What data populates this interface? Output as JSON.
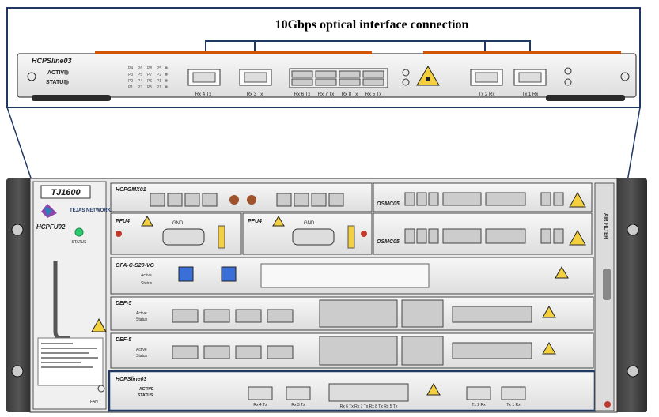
{
  "callout": {
    "title": "10Gbps optical interface connection"
  },
  "zoom_card": {
    "name": "HCPSline03",
    "led_active": "ACTIVE",
    "led_status": "STATUS",
    "port_pairs": [
      "Rx 4 Tx",
      "Rx 3 Tx",
      "Tx 2 Rx",
      "Tx 1 Rx"
    ],
    "sfp_labels": [
      "Rx 6 Tx",
      "Rx 7 Tx",
      "Rx 8 Tx",
      "Rx 5 Tx"
    ]
  },
  "chassis": {
    "model": "TJ1600",
    "brand": "TEJAS NETWORKS",
    "psu_card": "HCPFU02",
    "psu_status": "STATUS",
    "air_filter": "AIR FILTER",
    "fan_label": "FAN",
    "top_left_card": "HCPGMX01",
    "osmc_top": "OSMC05",
    "osmc_bottom": "OSMC05",
    "pfu_left": "PFU4",
    "pfu_right": "PFU4",
    "gnd_left": "GND",
    "gnd_right": "GND",
    "ofa_card": "OFA-C-S20-VG",
    "ofa_led_active": "Active",
    "ofa_led_status": "Status",
    "def_top": "DEF-5",
    "def_bottom": "DEF-5",
    "def_led_active": "Active",
    "def_led_status": "Status",
    "bottom_card": "HCPSline03",
    "bottom_led_active": "ACTIVE",
    "bottom_led_status": "STATUS",
    "bottom_ports": [
      "Rx 4 Tx",
      "Rx 3 Tx",
      "Tx 2 Rx",
      "Tx 1 Rx"
    ],
    "bottom_sfp_labels": "Rx 6 Tx Rx 7 Tx Rx 8 Tx Rx 5 Tx"
  },
  "colors": {
    "frame": "#1f3864",
    "card_bg": "#f3f3f3",
    "chassis_dark": "#2b2b2b",
    "accent_red": "#c0392b",
    "laser_yellow": "#f4d03f"
  }
}
